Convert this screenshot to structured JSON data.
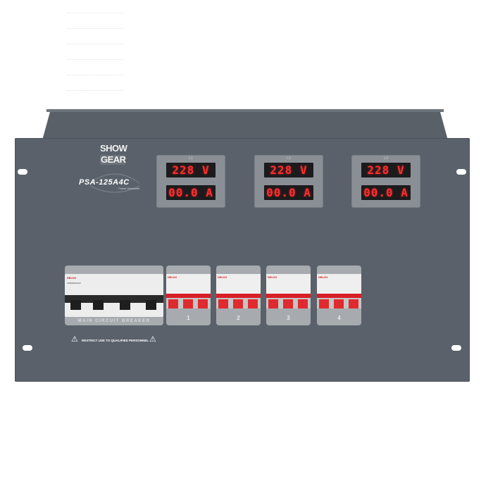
{
  "brand": {
    "line1": "SHOW",
    "line2": "GEAR"
  },
  "model": "PSA-125A4C",
  "subtitle": "Power Distributor",
  "meters": [
    {
      "label": "L1",
      "voltage": "228 V",
      "current": "00.0 A"
    },
    {
      "label": "L2",
      "voltage": "228 V",
      "current": "00.0 A"
    },
    {
      "label": "L3",
      "voltage": "228 V",
      "current": "00.0 A"
    }
  ],
  "main_breaker": {
    "brand": "DELIXI",
    "spec": "CDB6MHD125",
    "label": "MAIN CIRCUIT BREAKER"
  },
  "breakers": [
    {
      "brand": "DELIXI",
      "number": "1"
    },
    {
      "brand": "DELIXI",
      "number": "2"
    },
    {
      "brand": "DELIXI",
      "number": "3"
    },
    {
      "brand": "DELIXI",
      "number": "4"
    }
  ],
  "warning": "RESTRICT USE TO QUALIFIED PERSONNEL",
  "colors": {
    "panel": "#5a616a",
    "display_red": "#ff2d2d",
    "breaker_red": "#d81f26"
  },
  "icons": [
    "warning-triangle-icon"
  ]
}
